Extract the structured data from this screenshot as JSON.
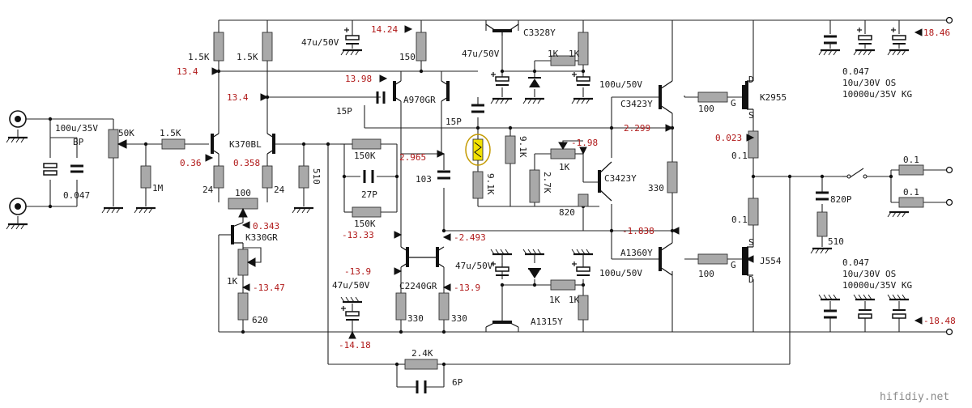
{
  "labels": {
    "c_47u_50v_top": "47u/50V",
    "r_150_top": "150",
    "q_c3328y": "C3328Y",
    "c_47u_50v_mid": "47u/50V",
    "r_1k_top_a": "1K",
    "r_1k_top_b": "1K",
    "c_100u_50v_top": "100u/50V",
    "r_1_5k_left": "1.5K",
    "r_1_5k_right": "1.5K",
    "q_a970gr": "A970GR",
    "c_15p_left": "15P",
    "c_15p_right": "15P",
    "c_100u_35v": "100u/35V",
    "c_bp": "BP",
    "pot_50k": "50K",
    "r_1_5k_input": "1.5K",
    "q_k370bl": "K370BL",
    "r_150k_top": "150K",
    "r_9_1k_right": "9.1K",
    "r_9_1k_left": "9.1K",
    "r_2_7k": "2.7K",
    "pot_1k_bias": "1K",
    "q_c3423y_mid": "C3423Y",
    "q_c3423y_top": "C3423Y",
    "r_100_top": "100",
    "q_k2955": "K2955",
    "r_0_1_top": "0.1",
    "r_1m": "1M",
    "c_0_047_in": "0.047",
    "r_24_left": "24",
    "pot_100": "100",
    "r_24_right": "24",
    "r_510_fb": "510",
    "c_27p": "27P",
    "c_103": "103",
    "r_820": "820",
    "r_330_mid": "330",
    "r_0_1_out_a": "0.1",
    "r_0_1_out_b": "0.1",
    "r_0_1_bottom": "0.1",
    "c_820p": "820P",
    "r_510_zobel": "510",
    "r_150k_bottom": "150K",
    "q_k330gr": "K330GR",
    "pot_1k_ccs": "1K",
    "r_620": "620",
    "q_c2240gr": "C2240GR",
    "r_330_left": "330",
    "r_330_right": "330",
    "c_47u_50v_lowmid": "47u/50V",
    "c_47u_50v_low": "47u/50V",
    "c_100u_50v_low": "100u/50V",
    "r_1k_low_a": "1K",
    "r_1k_low_b": "1K",
    "q_a1315y": "A1315Y",
    "q_a1360y": "A1360Y",
    "r_100_bottom": "100",
    "q_j554": "J554",
    "r_2_4k": "2.4K",
    "c_6p": "6P",
    "pin_d_top": "D",
    "pin_g_top": "G",
    "pin_s_top": "S",
    "pin_s_bot": "S",
    "pin_g_bot": "G",
    "pin_d_bot": "D",
    "rail_top_0047": "0.047",
    "rail_top_10u": "10u/30V OS",
    "rail_top_10000u": "10000u/35V KG",
    "rail_bot_0047": "0.047",
    "rail_bot_10u": "10u/30V OS",
    "rail_bot_10000u": "10000u/35V KG"
  },
  "voltages": {
    "v_14_24": "14.24",
    "v_13_4_a": "13.4",
    "v_13_98": "13.98",
    "v_13_4_b": "13.4",
    "v_0_36": "0.36",
    "v_0_358": "0.358",
    "v_2_965": "2.965",
    "v_neg_1_98": "-1.98",
    "v_2_299": "2.299",
    "v_0_023": "0.023",
    "v_18_46": "18.46",
    "v_0_343": "0.343",
    "v_neg_13_33": "-13.33",
    "v_neg_2_493": "-2.493",
    "v_neg_1_838": "-1.838",
    "v_neg_13_9_a": "-13.9",
    "v_neg_13_9_b": "-13.9",
    "v_neg_13_47": "-13.47",
    "v_neg_14_18": "-14.18",
    "v_neg_18_48": "-18.48"
  },
  "watermark": "hifidiy.net"
}
